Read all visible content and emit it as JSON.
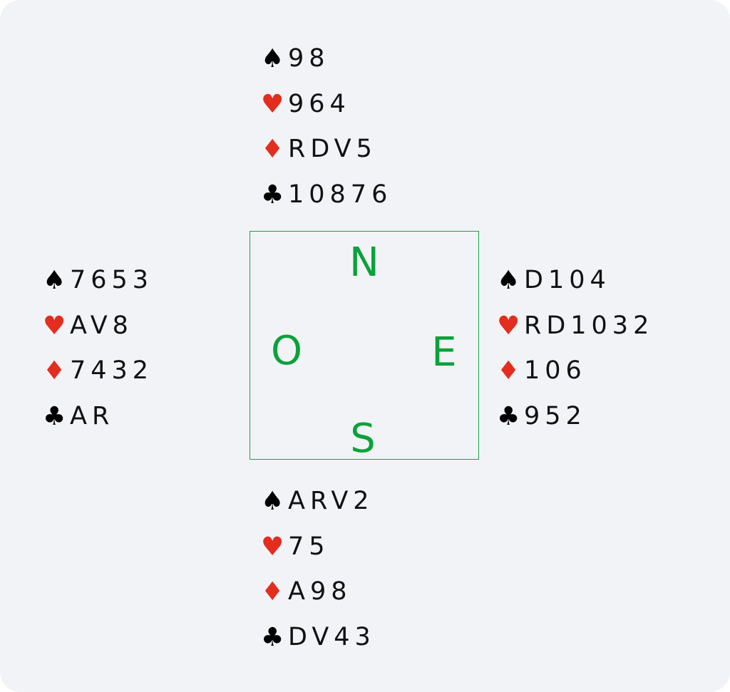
{
  "colors": {
    "red": "#e32d1e",
    "black": "#000000",
    "green": "#0aa23a",
    "background": "#f2f3f7"
  },
  "suits": {
    "spade": "♠",
    "heart": "♥",
    "diamond": "♦",
    "club": "♣"
  },
  "compass": {
    "north": "N",
    "west": "O",
    "east": "E",
    "south": "S"
  },
  "hands": {
    "north": {
      "spades": "98",
      "hearts": "964",
      "diamonds": "RDV5",
      "clubs": "10876"
    },
    "west": {
      "spades": "7653",
      "hearts": "AV8",
      "diamonds": "7432",
      "clubs": "AR"
    },
    "east": {
      "spades": "D104",
      "hearts": "RD1032",
      "diamonds": "106",
      "clubs": "952"
    },
    "south": {
      "spades": "ARV2",
      "hearts": "75",
      "diamonds": "A98",
      "clubs": "DV43"
    }
  }
}
